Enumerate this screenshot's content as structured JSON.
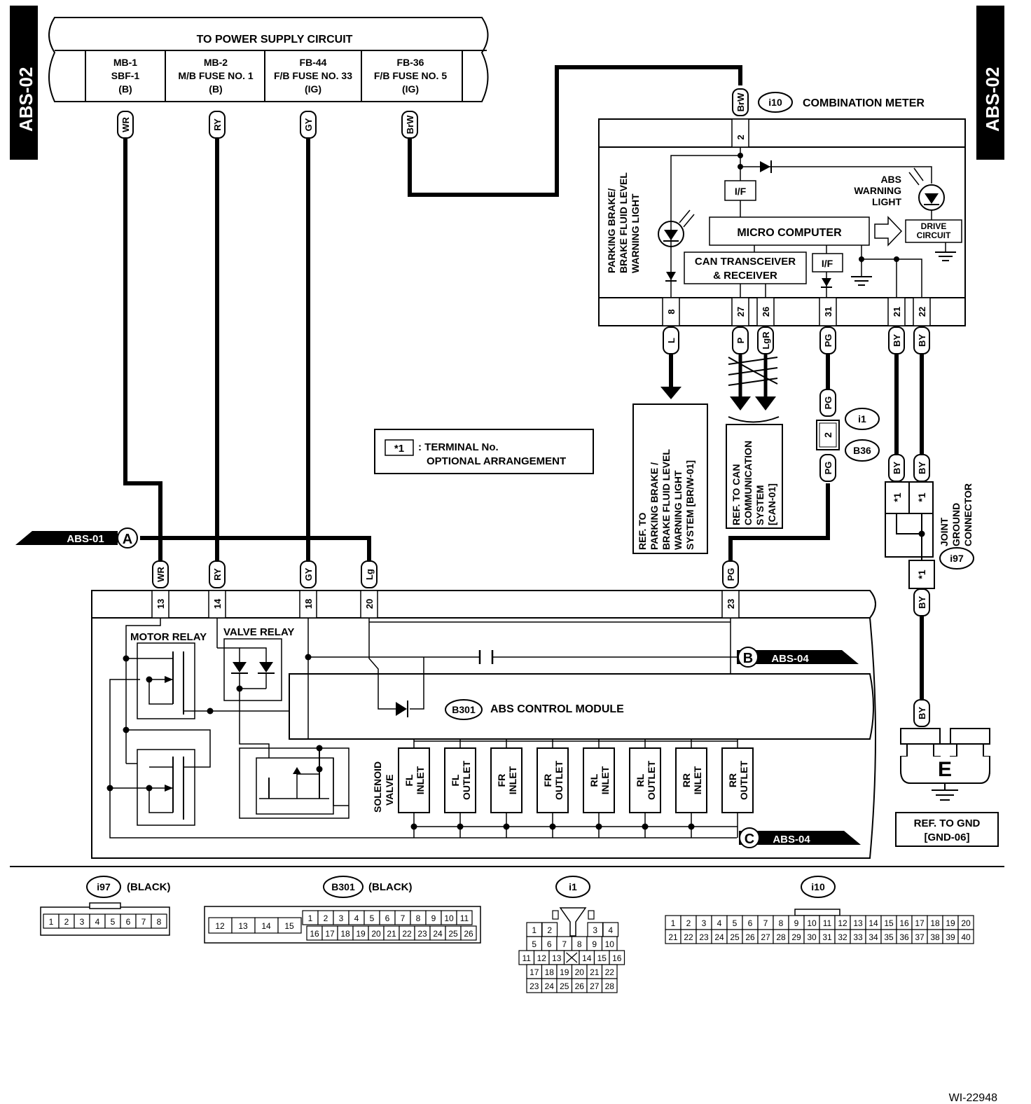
{
  "page_tag": "ABS-02",
  "figure_id": "WI-22948",
  "power_supply": {
    "title": "TO POWER SUPPLY CIRCUIT",
    "fuses": [
      {
        "line1": "MB-1",
        "line2": "SBF-1",
        "line3": "(B)",
        "wire": "WR"
      },
      {
        "line1": "MB-2",
        "line2": "M/B FUSE NO. 1",
        "line3": "(B)",
        "wire": "RY"
      },
      {
        "line1": "FB-44",
        "line2": "F/B FUSE NO. 33",
        "line3": "(IG)",
        "wire": "GY"
      },
      {
        "line1": "FB-36",
        "line2": "F/B FUSE NO. 5",
        "line3": "(IG)",
        "wire": "BrW"
      }
    ]
  },
  "combination_meter": {
    "connector": "i10",
    "label": "COMBINATION METER",
    "input_wire": "BrW",
    "input_pin": "2",
    "micro_computer": "MICRO COMPUTER",
    "if_top": "I/F",
    "if_bottom": "I/F",
    "can_line1": "CAN TRANSCEIVER",
    "can_line2": "& RECEIVER",
    "drive_line1": "DRIVE",
    "drive_line2": "CIRCUIT",
    "abs_warn_line1": "ABS",
    "abs_warn_line2": "WARNING",
    "abs_warn_line3": "LIGHT",
    "park_line1": "PARKING BRAKE/",
    "park_line2": "BRAKE FLUID LEVEL",
    "park_line3": "WARNING LIGHT",
    "pins": [
      {
        "pin": "8",
        "wire": "L"
      },
      {
        "pin": "27",
        "wire": "P"
      },
      {
        "pin": "26",
        "wire": "LgR"
      },
      {
        "pin": "31",
        "wire": "PG"
      },
      {
        "pin": "21",
        "wire": "BY"
      },
      {
        "pin": "22",
        "wire": "BY"
      }
    ]
  },
  "refs": {
    "parking": [
      "REF. TO",
      "PARKING BRAKE /",
      "BRAKE FLUID LEVEL",
      "WARNING LIGHT",
      "SYSTEM [BR/W-01]"
    ],
    "can": [
      "REF. TO CAN",
      "COMMUNICATION",
      "SYSTEM",
      "[CAN-01]"
    ],
    "gnd": [
      "REF. TO GND",
      "[GND-06]"
    ]
  },
  "legend": {
    "symbol": "*1",
    "line1": ": TERMINAL No.",
    "line2": "OPTIONAL ARRANGEMENT"
  },
  "i1_b36": {
    "connector1": "i1",
    "connector2": "B36",
    "pin": "2",
    "wire_top": "PG",
    "wire_bottom": "PG"
  },
  "joint_ground": {
    "connector": "i97",
    "line1": "JOINT",
    "line2": "GROUND",
    "line3": "CONNECTOR",
    "wires": [
      "BY",
      "BY",
      "BY",
      "BY"
    ],
    "pin_label": "*1",
    "ground_letter": "E"
  },
  "abs_module": {
    "connector": "B301",
    "label": "ABS CONTROL MODULE",
    "motor_relay": "MOTOR RELAY",
    "valve_relay": "VALVE RELAY",
    "abs01_tag": "ABS-01",
    "node_a": "A",
    "node_b": "B",
    "node_c": "C",
    "abs04_b": "ABS-04",
    "abs04_c": "ABS-04",
    "solenoid_line1": "SOLENOID",
    "solenoid_line2": "VALVE",
    "pins": [
      {
        "pin": "13",
        "wire": "WR"
      },
      {
        "pin": "14",
        "wire": "RY"
      },
      {
        "pin": "18",
        "wire": "GY"
      },
      {
        "pin": "20",
        "wire": "Lg"
      },
      {
        "pin": "23",
        "wire": "PG"
      }
    ],
    "valves": [
      {
        "a": "FL",
        "b": "INLET"
      },
      {
        "a": "FL",
        "b": "OUTLET"
      },
      {
        "a": "FR",
        "b": "INLET"
      },
      {
        "a": "FR",
        "b": "OUTLET"
      },
      {
        "a": "RL",
        "b": "INLET"
      },
      {
        "a": "RL",
        "b": "OUTLET"
      },
      {
        "a": "RR",
        "b": "INLET"
      },
      {
        "a": "RR",
        "b": "OUTLET"
      }
    ]
  },
  "connectors": {
    "i97": {
      "name": "i97",
      "color": "(BLACK)",
      "pins": [
        "1",
        "2",
        "3",
        "4",
        "5",
        "6",
        "7",
        "8"
      ]
    },
    "b301": {
      "name": "B301",
      "color": "(BLACK)",
      "left": [
        "12",
        "13",
        "14",
        "15"
      ],
      "top": [
        "1",
        "2",
        "3",
        "4",
        "5",
        "6",
        "7",
        "8",
        "9",
        "10",
        "11"
      ],
      "bottom": [
        "16",
        "17",
        "18",
        "19",
        "20",
        "21",
        "22",
        "23",
        "24",
        "25",
        "26"
      ]
    },
    "i1": {
      "name": "i1",
      "rows": [
        [
          "1",
          "2",
          "",
          "3",
          "4"
        ],
        [
          "5",
          "6",
          "7",
          "8",
          "9",
          "10"
        ],
        [
          "11",
          "12",
          "13",
          "X",
          "14",
          "15",
          "16"
        ],
        [
          "17",
          "18",
          "19",
          "20",
          "21",
          "22"
        ],
        [
          "23",
          "24",
          "25",
          "26",
          "27",
          "28"
        ]
      ]
    },
    "i10": {
      "name": "i10",
      "top": [
        "1",
        "2",
        "3",
        "4",
        "5",
        "6",
        "7",
        "8",
        "9",
        "10",
        "11",
        "12",
        "13",
        "14",
        "15",
        "16",
        "17",
        "18",
        "19",
        "20"
      ],
      "bottom": [
        "21",
        "22",
        "23",
        "24",
        "25",
        "26",
        "27",
        "28",
        "29",
        "30",
        "31",
        "32",
        "33",
        "34",
        "35",
        "36",
        "37",
        "38",
        "39",
        "40"
      ]
    }
  }
}
